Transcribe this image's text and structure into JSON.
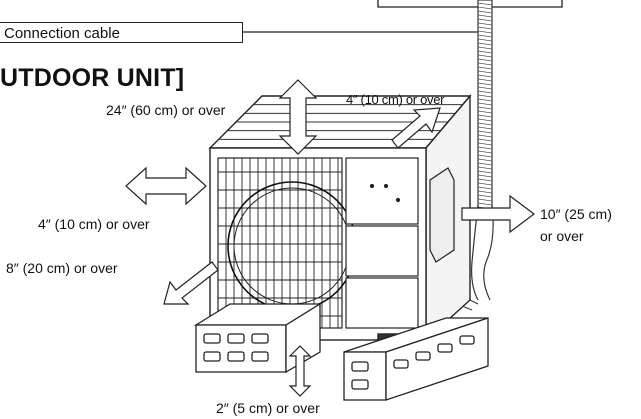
{
  "labels": {
    "connection_cable": "Connection cable",
    "heading": "UTDOOR UNIT]",
    "top_clearance": "24″ (60 cm) or over",
    "rear_clearance": "4″ (10 cm) or over",
    "left_side_clearance": "4″ (10 cm) or over",
    "front_clearance": "8″ (20 cm) or over",
    "right_side_clearance_line1": "10″ (25 cm)",
    "right_side_clearance_line2": "or over",
    "bottom_clearance": "2″ (5 cm) or over"
  }
}
